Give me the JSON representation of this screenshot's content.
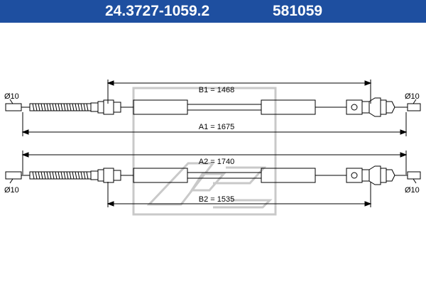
{
  "header": {
    "part_number": "24.3727-1059.2",
    "code": "581059"
  },
  "cable_top": {
    "dim_b": "B1 = 1468",
    "dim_a": "A1 = 1675",
    "dia_left": "Ø10",
    "dia_right": "Ø10"
  },
  "cable_bottom": {
    "dim_a": "A2 = 1740",
    "dim_b": "B2 = 1535",
    "dia_left": "Ø10",
    "dia_right": "Ø10"
  },
  "logo": {
    "text": "Ate"
  },
  "colors": {
    "header_bg": "#1e4fa0",
    "header_text": "#ffffff",
    "line": "#000000",
    "watermark": "#c9c9c9"
  }
}
